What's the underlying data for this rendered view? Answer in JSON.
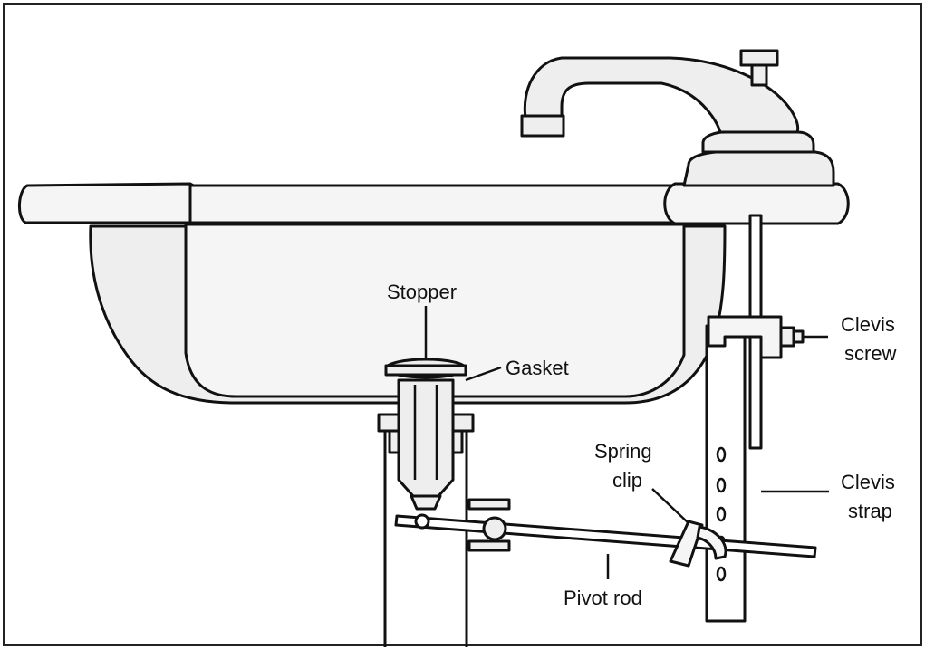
{
  "labels": {
    "stopper": "Stopper",
    "gasket": "Gasket",
    "clevis_screw": [
      "Clevis",
      "screw"
    ],
    "spring_clip": [
      "Spring",
      "clip"
    ],
    "clevis_strap": [
      "Clevis",
      "strap"
    ],
    "pivot_rod": "Pivot rod"
  }
}
